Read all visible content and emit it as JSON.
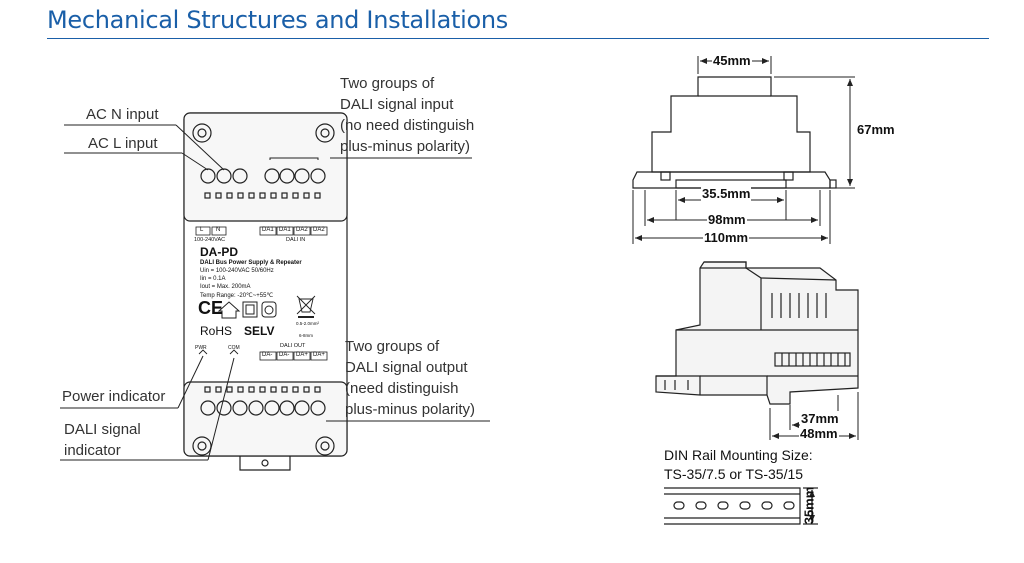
{
  "title": "Mechanical Structures and Installations",
  "callouts": {
    "ac_n": "AC N input",
    "ac_l": "AC L input",
    "dali_in": [
      "Two groups of",
      "DALI signal input",
      "(no need distinguish",
      "plus-minus polarity)"
    ],
    "dali_out": [
      "Two groups of",
      "DALI signal output",
      "(need distinguish",
      "plus-minus polarity)"
    ],
    "power_indicator": "Power indicator",
    "dali_indicator": [
      "DALI signal",
      "indicator"
    ]
  },
  "device": {
    "top_terminals": [
      "L",
      "N",
      "DA1",
      "DA1",
      "DA2",
      "DA2"
    ],
    "voltage": "100-240VAC",
    "dali_in": "DALI IN",
    "model": "DA-PD",
    "subtitle": "DALI Bus Power Supply & Repeater",
    "specs": [
      "Uin = 100-240VAC 50/60Hz",
      "Iin = 0.1A",
      "Iout = Max. 200mA",
      "Temp Range: -20℃~+55℃"
    ],
    "ce": "CE",
    "rohs": "RoHS",
    "selv": "SELV",
    "wire_spec": [
      "0.5-2.0mm²",
      "6-8mm"
    ],
    "pwr": "PWR",
    "com": "COM",
    "dali_out": "DALI OUT",
    "bottom_terminals": [
      "DA-",
      "DA-",
      "DA+",
      "DA+"
    ]
  },
  "dimensions": {
    "width_top": "45mm",
    "height": "67mm",
    "inner": "35.5mm",
    "mid": "98mm",
    "total": "110mm",
    "depth_a": "37mm",
    "depth_b": "48mm",
    "rail": "35mm"
  },
  "din_rail": [
    "DIN Rail Mounting Size:",
    "TS-35/7.5 or TS-35/15"
  ],
  "colors": {
    "accent": "#1a5fa8",
    "line": "#222222"
  }
}
